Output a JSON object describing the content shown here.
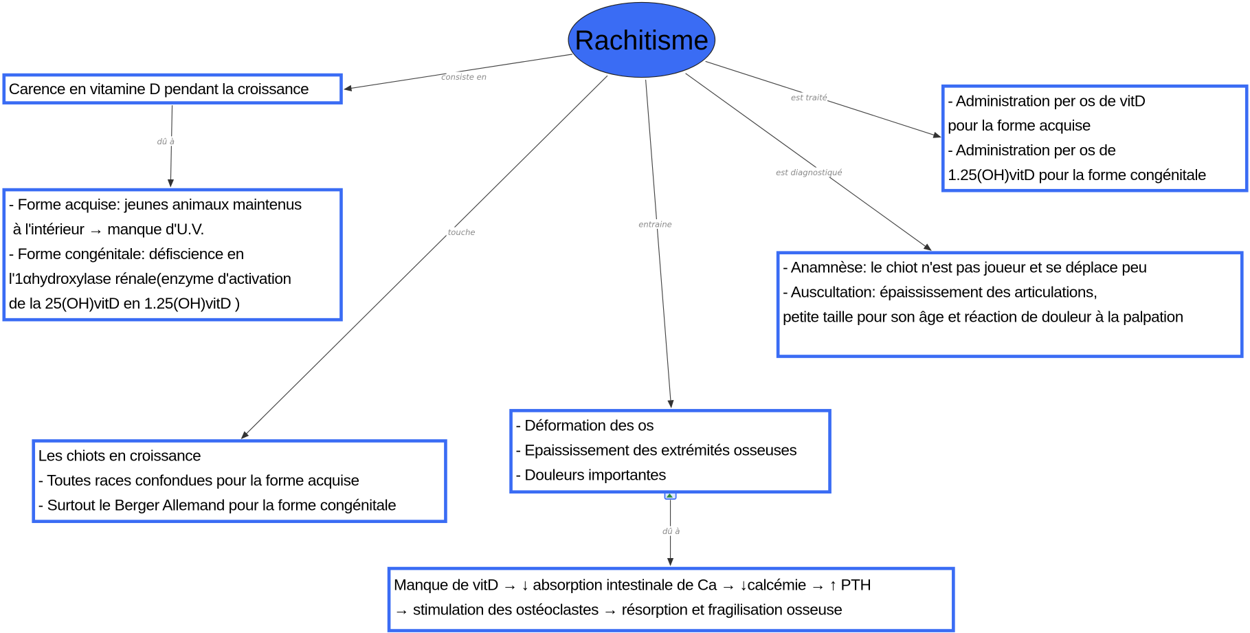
{
  "root": {
    "label": "Rachitisme",
    "color": "#3a6cf4"
  },
  "links": {
    "consiste_en": "consiste en",
    "du_a_1": "dû à",
    "touche": "touche",
    "entraine": "entraine",
    "est_diagnostique": "est diagnostiqué",
    "est_traite": "est traité",
    "du_a_2": "dû à"
  },
  "nodes": {
    "carence": [
      "Carence en vitamine D pendant la croissance"
    ],
    "forme": [
      "- Forme acquise: jeunes animaux maintenus",
      " à l'intérieur → manque d'U.V.",
      "- Forme congénitale: défiscience en",
      "l'1αhydroxylase rénale(enzyme d'activation",
      "de la 25(OH)vitD en 1.25(OH)vitD )"
    ],
    "traitement": [
      "- Administration per os de vitD",
      "pour la forme acquise",
      "- Administration per os de",
      "1.25(OH)vitD pour la forme congénitale"
    ],
    "diagnostic": [
      "- Anamnèse: le chiot n'est pas joueur et se déplace peu",
      "- Auscultation: épaississement des articulations,",
      "petite taille pour son âge et réaction de douleur à la palpation"
    ],
    "chiots": [
      "Les chiots en croissance",
      "- Toutes races confondues pour la forme acquise",
      "- Surtout le Berger Allemand pour la forme congénitale"
    ],
    "deformation": [
      "- Déformation des os",
      "- Epaississement des extrémités osseuses",
      "- Douleurs importantes"
    ],
    "manque": [
      "Manque de vitD → ↓ absorption intestinale de Ca → ↓calcémie → ↑ PTH",
      "→ stimulation des ostéoclastes → résorption et fragilisation osseuse"
    ]
  }
}
